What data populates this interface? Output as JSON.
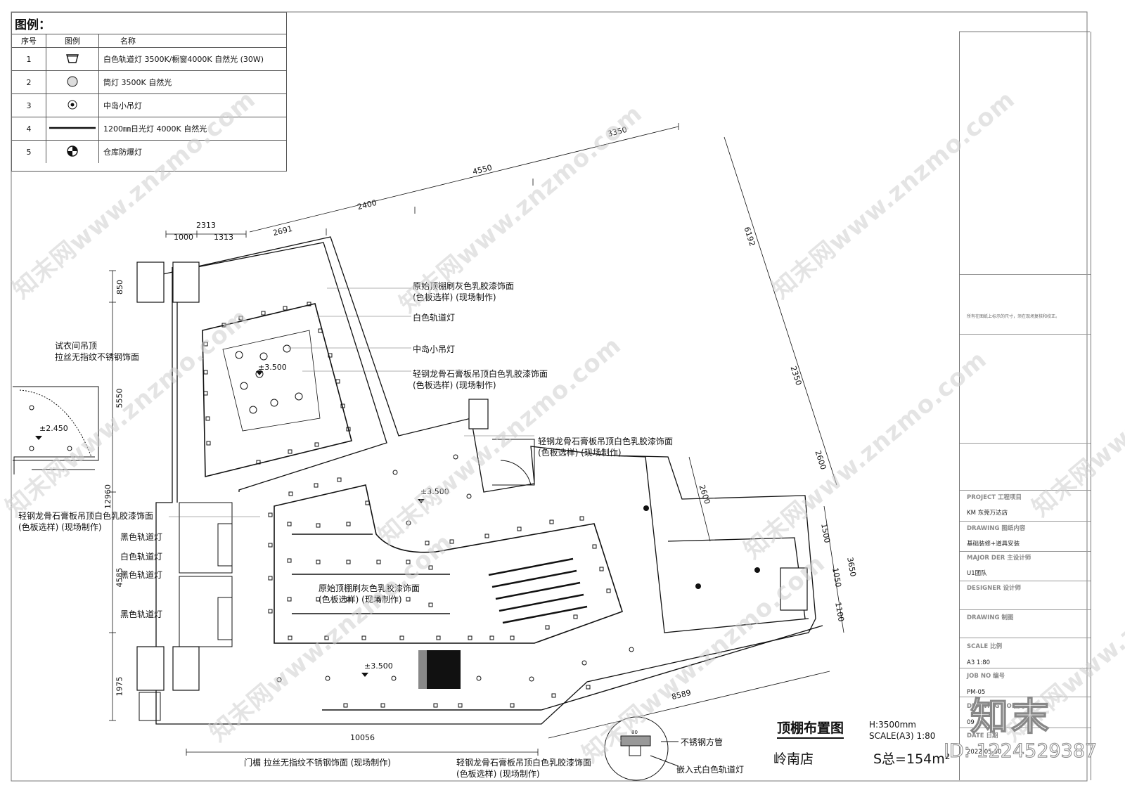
{
  "legend": {
    "title": "图例：",
    "headers": [
      "序号",
      "图例",
      "名称"
    ],
    "rows": [
      {
        "no": "1",
        "icon": "track-light-icon",
        "name": "白色轨道灯 3500K/橱窗4000K 自然光 (30W)"
      },
      {
        "no": "2",
        "icon": "downlight-icon",
        "name": "筒灯 3500K 自然光"
      },
      {
        "no": "3",
        "icon": "pendant-light-icon",
        "name": "中岛小吊灯"
      },
      {
        "no": "4",
        "icon": "fluorescent-line-icon",
        "name": "1200㎜日光灯 4000K 自然光"
      },
      {
        "no": "5",
        "icon": "explosion-proof-light-icon",
        "name": "仓库防爆灯"
      }
    ]
  },
  "dimensions": {
    "d3350": "3350",
    "d4550": "4550",
    "d2400": "2400",
    "d2691": "2691",
    "d2313": "2313",
    "d1000": "1000",
    "d1313": "1313",
    "d6192": "6192",
    "d2350": "2350",
    "d2600": "2600",
    "d2600b": "2600",
    "d1500": "1500",
    "d3650": "3650",
    "d1050": "1050",
    "d1100": "1100",
    "d850": "850",
    "d5550": "5550",
    "d12960": "12960",
    "d4585": "4585",
    "d1975": "1975",
    "d10056": "10056",
    "d8589": "8589"
  },
  "levels": {
    "l1": "±3.500",
    "l2": "±3.500",
    "l3": "±3.500",
    "l4": "±2.450"
  },
  "annotations": {
    "gray_ceiling_1": "原始顶棚刷灰色乳胶漆饰面",
    "gray_ceiling_1_sub": "(色板选样) (现场制作)",
    "white_track": "白色轨道灯",
    "pendant": "中岛小吊灯",
    "gypsum_1": "轻钢龙骨石膏板吊顶白色乳胶漆饰面",
    "gypsum_1_sub": "(色板选样) (现场制作)",
    "gypsum_2": "轻钢龙骨石膏板吊顶白色乳胶漆饰面",
    "gypsum_2_sub": "(色板选样) (现场制作)",
    "fitting_room_1": "试衣间吊顶",
    "fitting_room_2": "拉丝无指纹不锈钢饰面",
    "gypsum_left": "轻钢龙骨石膏板吊顶白色乳胶漆饰面",
    "gypsum_left_sub": "(色板选样) (现场制作)",
    "black_track_1": "黑色轨道灯",
    "white_track_2": "白色轨道灯",
    "black_track_2": "黑色轨道灯",
    "black_track_3": "黑色轨道灯",
    "gray_ceiling_2": "原始顶棚刷灰色乳胶漆饰面",
    "gray_ceiling_2_sub": "(色板选样) (现场制作)",
    "door_lintel": "门楣 拉丝无指纹不锈钢饰面 (现场制作)",
    "gypsum_bottom": "轻钢龙骨石膏板吊顶白色乳胶漆饰面",
    "gypsum_bottom_sub": "(色板选样) (现场制作)",
    "steel_tube": "不锈钢方管",
    "embedded_track": "嵌入式白色轨道灯",
    "detail_dim": "80"
  },
  "drawing_title": {
    "name": "顶棚布置图",
    "height": "H:3500mm",
    "scale": "SCALE(A3)  1:80",
    "store": "岭南店",
    "area": "S总=154m²"
  },
  "title_block": {
    "note": "所有在图纸上标示的尺寸，须在现场复核和校正。",
    "project_label": "PROJECT 工程项目",
    "project_value": "KM 东莞万达店",
    "content_label": "DRAWING 图纸内容",
    "content_value": "基础装修+道具安装",
    "major_label": "MAJOR DER 主设计师",
    "major_value": "U1团队",
    "designer_label": "DESIGNER 设计师",
    "drawn_label": "DRAWING 制图",
    "scale_label": "SCALE 比例",
    "scale_value": "A3 1:80",
    "job_label": "JOB NO 编号",
    "job_value": "PM-05",
    "drawing_no_label": "DRAWING NO 图号",
    "drawing_no_value": "09",
    "date_label": "DATE 日期",
    "date_value": "2022-05-30"
  },
  "watermark": {
    "site": "知末网www.znzmo.com",
    "brand": "知末",
    "id": "ID: 1224529387"
  },
  "colors": {
    "line": "#111111",
    "watermark": "#cfcfcf"
  }
}
